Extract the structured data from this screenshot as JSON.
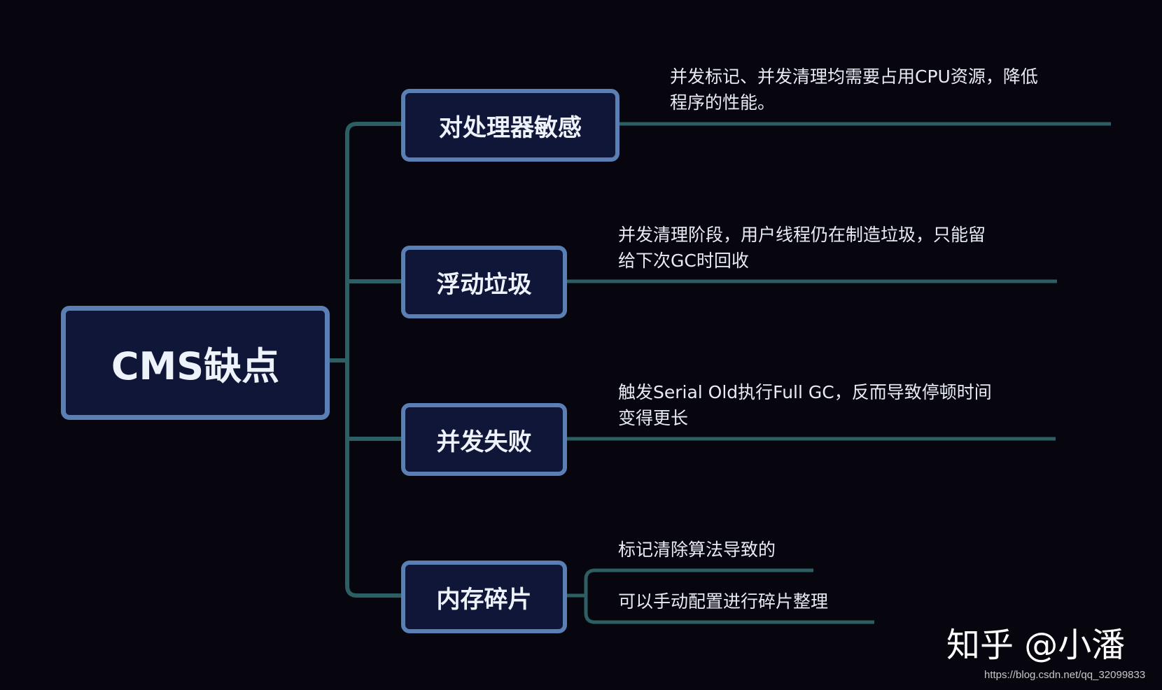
{
  "root": {
    "label": "CMS缺点"
  },
  "branches": [
    {
      "label": "对处理器敏感",
      "notes": [
        "并发标记、并发清理均需要占用CPU资源，降低",
        "程序的性能。"
      ]
    },
    {
      "label": "浮动垃圾",
      "notes": [
        "并发清理阶段，用户线程仍在制造垃圾，只能留",
        "给下次GC时回收"
      ]
    },
    {
      "label": "并发失败",
      "notes": [
        "触发Serial Old执行Full GC，反而导致停顿时间",
        "变得更长"
      ]
    },
    {
      "label": "内存碎片",
      "sub_items": [
        "标记清除算法导致的",
        "可以手动配置进行碎片整理"
      ]
    }
  ],
  "watermark": "知乎 @小潘",
  "source_url": "https://blog.csdn.net/qq_32099833",
  "colors": {
    "background": "#07050d",
    "node_fill": "#0f1638",
    "node_border": "#5a7fb4",
    "connector": "#2c5f63",
    "text": "#e7ebf5"
  }
}
